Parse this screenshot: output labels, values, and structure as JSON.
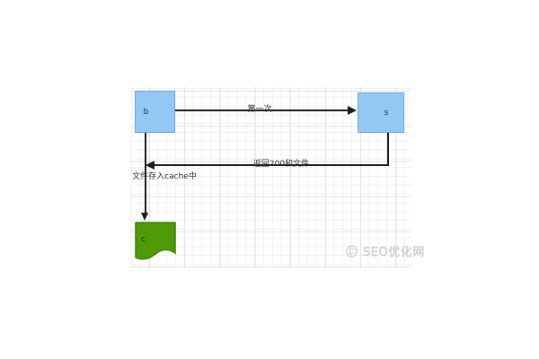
{
  "diagram": {
    "nodes": [
      {
        "id": "b",
        "label": "b",
        "shape": "rectangle",
        "fill": "#94C8F4",
        "border": "#6FA4D9"
      },
      {
        "id": "s",
        "label": "s",
        "shape": "rectangle",
        "fill": "#94C8F4",
        "border": "#6FA4D9"
      },
      {
        "id": "c",
        "label": "c",
        "shape": "document",
        "fill": "#4F9B07",
        "border": "#3E7D05"
      }
    ],
    "edges": [
      {
        "from": "b",
        "to": "s",
        "label": "第一次"
      },
      {
        "from": "s",
        "to": "b",
        "label": "返回200和文件"
      },
      {
        "from": "b",
        "to": "c",
        "label": "文件存入cache中"
      }
    ]
  },
  "watermark": {
    "icon": "globe-icon",
    "text": "SEO优化网"
  },
  "colors": {
    "background": "#FFFFFF",
    "grid_minor": "#F1F1F1",
    "grid_major": "#E2E2E2",
    "edge_line": "#1A1A1A",
    "node_blue_fill": "#94C8F4",
    "node_blue_border": "#6FA4D9",
    "node_green_fill": "#4F9B07",
    "node_green_border": "#3E7D05",
    "watermark_gray": "#C8C8C8"
  }
}
